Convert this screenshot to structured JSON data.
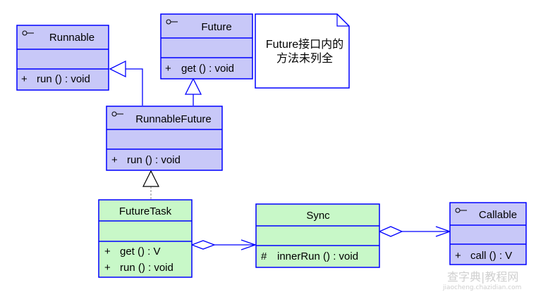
{
  "colors": {
    "border": "#0000ff",
    "interface_fill": "#c8c8f8",
    "class_fill": "#c8f8c8",
    "note_fill": "#ffffff",
    "watermark": "#cfcfcf"
  },
  "classes": [
    {
      "id": "runnable",
      "name": "Runnable",
      "kind": "interface",
      "interface_marker": "-o",
      "members": [
        {
          "vis": "+",
          "text": "run ()   : void"
        }
      ]
    },
    {
      "id": "future",
      "name": "Future",
      "kind": "interface",
      "interface_marker": "-o",
      "members": [
        {
          "vis": "+",
          "text": "get ()   : void"
        }
      ]
    },
    {
      "id": "runnablefuture",
      "name": "RunnableFuture",
      "kind": "interface",
      "interface_marker": "-o",
      "members": [
        {
          "vis": "+",
          "text": "run ()   : void"
        }
      ]
    },
    {
      "id": "futuretask",
      "name": "FutureTask",
      "kind": "class",
      "members": [
        {
          "vis": "+",
          "text": "get ()   : V"
        },
        {
          "vis": "+",
          "text": "run ()   : void"
        }
      ]
    },
    {
      "id": "sync",
      "name": "Sync",
      "kind": "class",
      "members": [
        {
          "vis": "#",
          "text": "innerRun ()   : void"
        }
      ]
    },
    {
      "id": "callable",
      "name": "Callable",
      "kind": "interface",
      "interface_marker": "-o",
      "members": [
        {
          "vis": "+",
          "text": "call ()   : V"
        }
      ]
    }
  ],
  "note": {
    "lines": [
      "Future接口内的",
      "方法未列全"
    ]
  },
  "relations": [
    {
      "type": "generalization",
      "from": "runnablefuture",
      "to": "runnable"
    },
    {
      "type": "generalization",
      "from": "runnablefuture",
      "to": "future"
    },
    {
      "type": "realization",
      "from": "futuretask",
      "to": "runnablefuture"
    },
    {
      "type": "aggregation",
      "from": "futuretask",
      "to": "sync"
    },
    {
      "type": "aggregation",
      "from": "sync",
      "to": "callable"
    }
  ],
  "watermark": {
    "main": "查字典|教程网",
    "sub": "jiaocheng.chazidian.com"
  }
}
